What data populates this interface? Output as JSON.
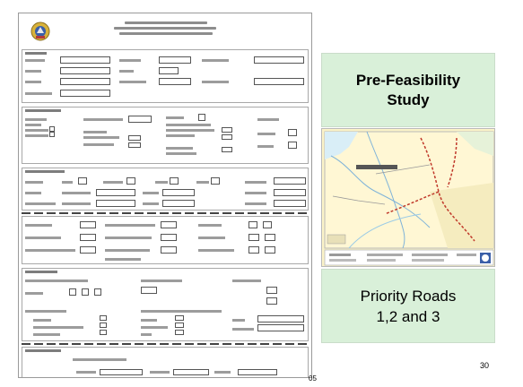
{
  "title_box": {
    "line1": "Pre-Feasibility",
    "line2": "Study"
  },
  "roads_box": {
    "line1": "Priority Roads",
    "line2": "1,2 and 3"
  },
  "page_number": "30",
  "footer_code": "05",
  "colors": {
    "panel_bg": "#d9f0d9",
    "map_bg": "#fbf3c8",
    "road_red": "#c0392b"
  },
  "icons": {
    "logo": "crest-logo-icon"
  }
}
